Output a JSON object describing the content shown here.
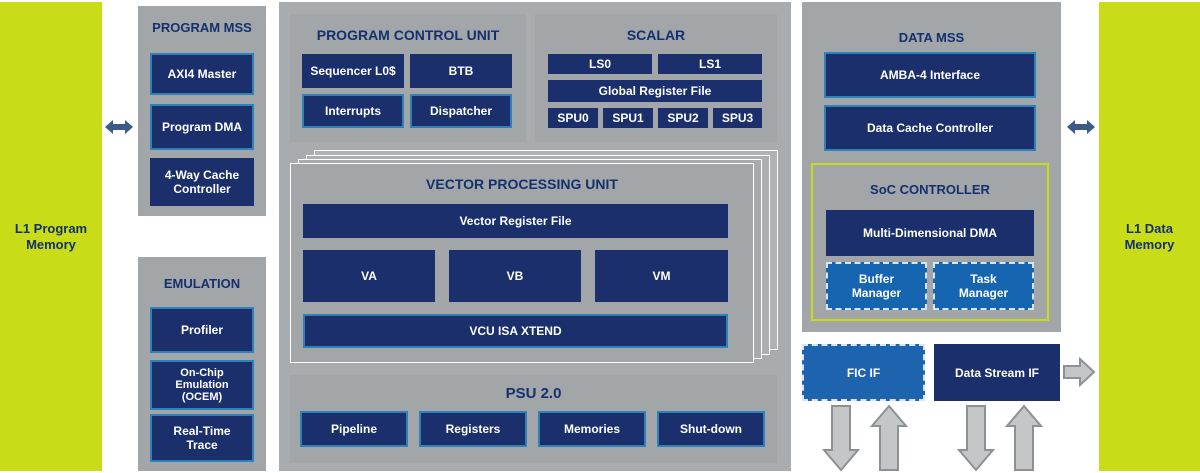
{
  "l1_program_memory": "L1 Program\nMemory",
  "l1_data_memory": "L1 Data\nMemory",
  "program_mss": {
    "title": "PROGRAM MSS",
    "blocks": [
      "AXI4 Master",
      "Program DMA",
      "4-Way Cache\nController"
    ]
  },
  "emulation": {
    "title": "EMULATION",
    "blocks": [
      "Profiler",
      "On-Chip\nEmulation\n(OCEM)",
      "Real-Time\nTrace"
    ]
  },
  "program_control_unit": {
    "title": "PROGRAM CONTROL UNIT",
    "blocks": [
      "Sequencer L0$",
      "BTB",
      "Interrupts",
      "Dispatcher"
    ]
  },
  "scalar": {
    "title": "SCALAR",
    "ls": [
      "LS0",
      "LS1"
    ],
    "register_file": "Global Register File",
    "spus": [
      "SPU0",
      "SPU1",
      "SPU2",
      "SPU3"
    ]
  },
  "vector_processing_unit": {
    "title": "VECTOR PROCESSING UNIT",
    "register_file": "Vector Register File",
    "units": [
      "VA",
      "VB",
      "VM"
    ],
    "isa": "VCU ISA XTEND"
  },
  "psu": {
    "title": "PSU 2.0",
    "blocks": [
      "Pipeline",
      "Registers",
      "Memories",
      "Shut-down"
    ]
  },
  "data_mss": {
    "title": "DATA MSS",
    "blocks": [
      "AMBA-4 Interface",
      "Data Cache Controller"
    ]
  },
  "soc_controller": {
    "title": "SoC CONTROLLER",
    "dma": "Multi-Dimensional DMA",
    "sub": [
      "Buffer\nManager",
      "Task\nManager"
    ]
  },
  "fic_if": "FIC IF",
  "data_stream_if": "Data Stream IF",
  "colors": {
    "memory": "#c8dc18",
    "panel": "#a3a6a9",
    "block": "#1b2f6c",
    "block_border": "#2d83b9",
    "dashed_block": "#1565b1",
    "title_text": "#14306e"
  }
}
